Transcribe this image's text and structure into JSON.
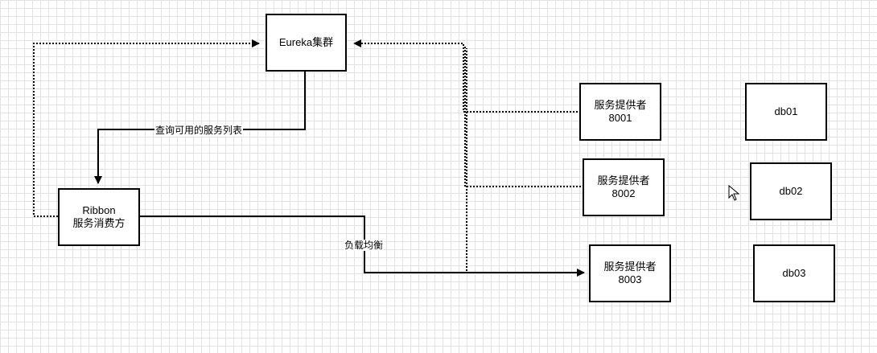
{
  "nodes": {
    "eureka": {
      "label": "Eureka集群"
    },
    "ribbon": {
      "line1": "Ribbon",
      "line2": "服务消费方"
    },
    "provider1": {
      "line1": "服务提供者",
      "line2": "8001"
    },
    "provider2": {
      "line1": "服务提供者",
      "line2": "8002"
    },
    "provider3": {
      "line1": "服务提供者",
      "line2": "8003"
    },
    "db01": {
      "label": "db01"
    },
    "db02": {
      "label": "db02"
    },
    "db03": {
      "label": "db03"
    }
  },
  "edges": {
    "query_label": "查询可用的服务列表",
    "loadbalance_label": "负载均衡"
  },
  "colors": {
    "stroke": "#000000",
    "grid": "#e2e2e2",
    "background": "#ffffff"
  },
  "icons": {
    "cursor": "mouse-pointer-icon"
  }
}
